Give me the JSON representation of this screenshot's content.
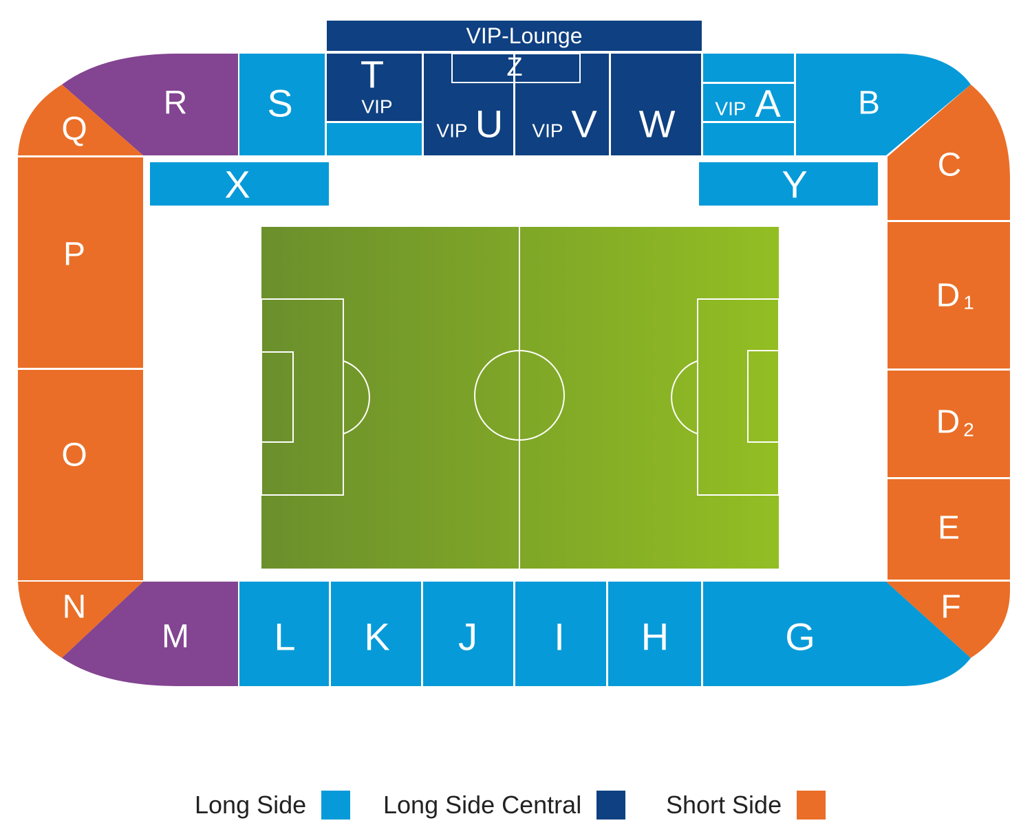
{
  "colors": {
    "long_side": "#079ad8",
    "long_side_central": "#0f4081",
    "short_side": "#ea6e27",
    "corner": "#834491",
    "pitch_dark": "#6b8f2c",
    "pitch_light": "#93be23",
    "line": "#ffffff"
  },
  "sections": {
    "vip_lounge": "VIP-Lounge",
    "z": "Z",
    "t": "T",
    "t_vip": "VIP",
    "u_vip": "VIP",
    "u": "U",
    "v_vip": "VIP",
    "v": "V",
    "w": "W",
    "a_vip": "VIP",
    "a": "A",
    "b": "B",
    "r": "R",
    "s": "S",
    "q": "Q",
    "x": "X",
    "y": "Y",
    "c": "C",
    "p": "P",
    "o": "O",
    "d1": "D",
    "d1_sub": "1",
    "d2": "D",
    "d2_sub": "2",
    "e": "E",
    "f": "F",
    "n": "N",
    "m": "M",
    "l": "L",
    "k": "K",
    "j": "J",
    "i": "I",
    "h": "H",
    "g": "G"
  },
  "legend": {
    "long_side": "Long Side",
    "long_side_central": "Long Side Central",
    "short_side": "Short Side"
  }
}
